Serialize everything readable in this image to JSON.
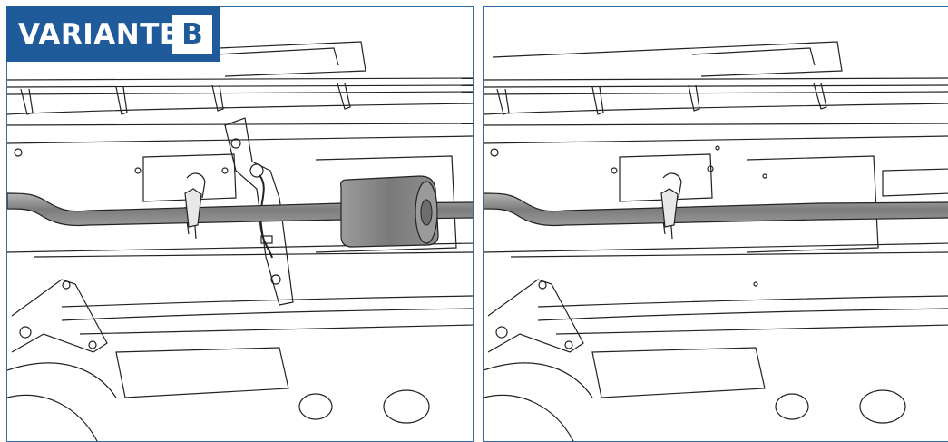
{
  "badge": {
    "label": "VARIANTE",
    "letter": "B"
  },
  "colors": {
    "frame": "#2f6da6",
    "badge_bg": "#1f5a9a",
    "muffler": "#8e8e8e",
    "pipe": "#8c8c8c"
  },
  "panels": [
    {
      "id": "before",
      "shows_muffler": true
    },
    {
      "id": "after",
      "shows_muffler": false
    }
  ]
}
